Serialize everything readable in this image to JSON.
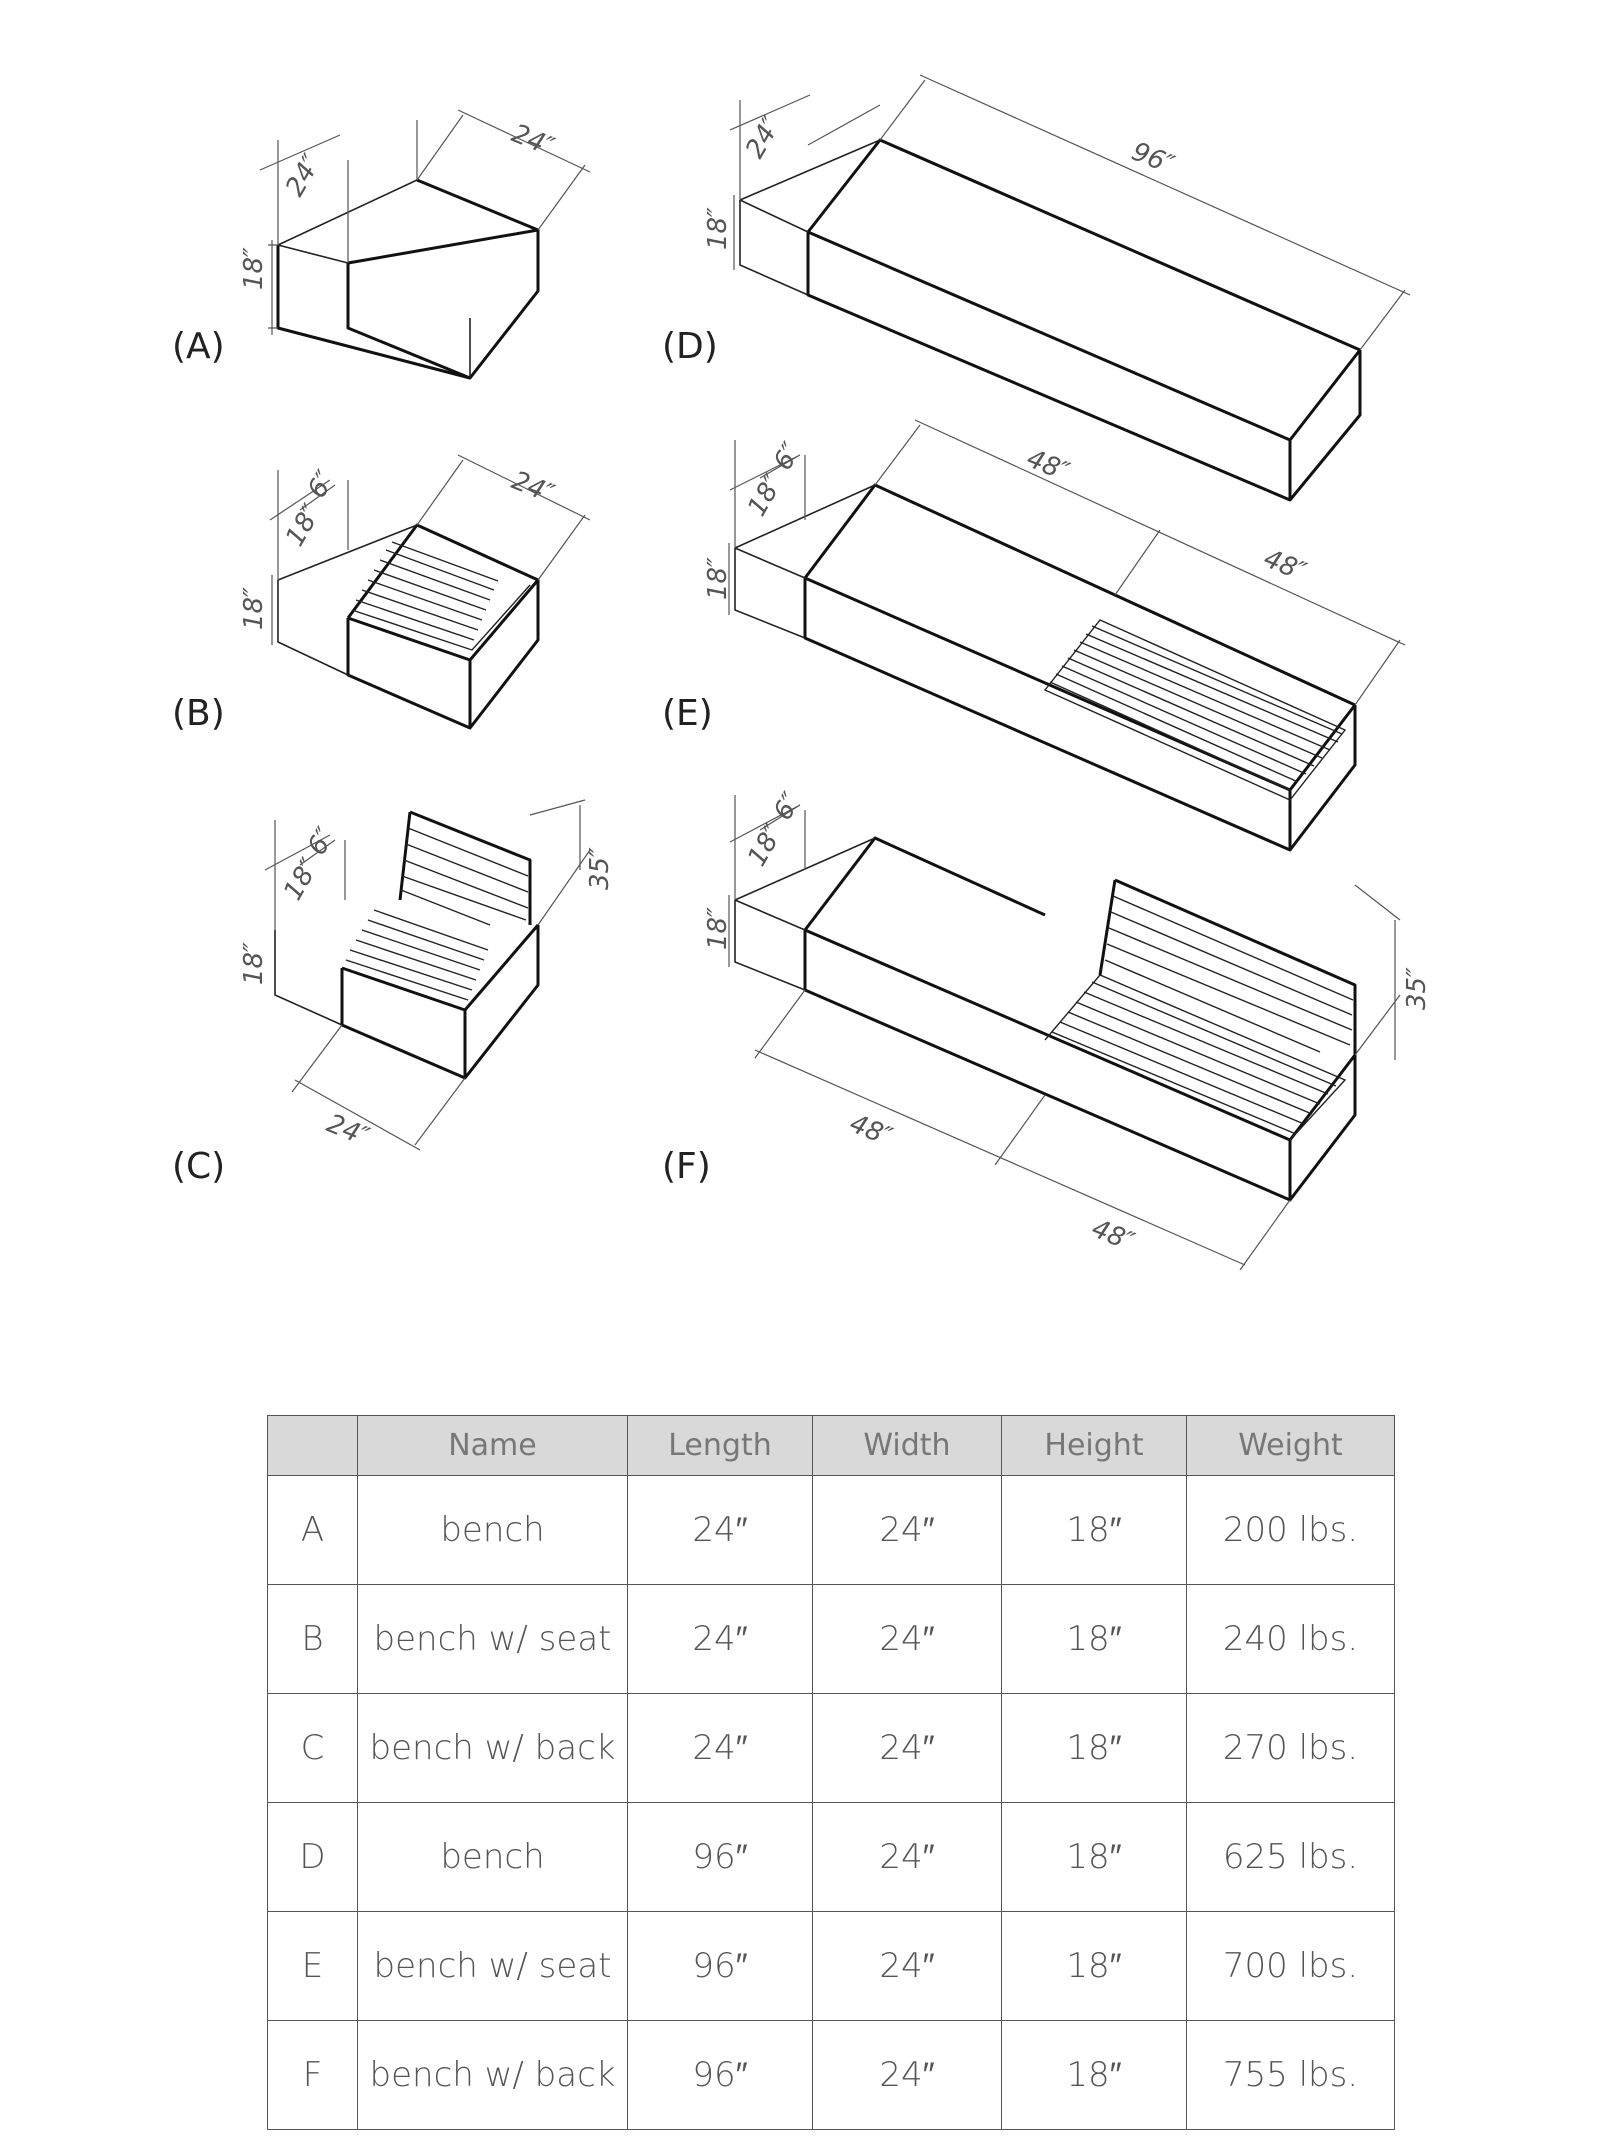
{
  "figures": [
    {
      "id": "A",
      "label": "(A)",
      "dims": [
        "24″",
        "24″",
        "18″"
      ]
    },
    {
      "id": "B",
      "label": "(B)",
      "dims": [
        "6″",
        "18″",
        "18″",
        "24″"
      ]
    },
    {
      "id": "C",
      "label": "(C)",
      "dims": [
        "6″",
        "18″",
        "18″",
        "24″",
        "35″"
      ]
    },
    {
      "id": "D",
      "label": "(D)",
      "dims": [
        "24″",
        "18″",
        "96″"
      ]
    },
    {
      "id": "E",
      "label": "(E)",
      "dims": [
        "6″",
        "18″",
        "18″",
        "48″",
        "48″"
      ]
    },
    {
      "id": "F",
      "label": "(F)",
      "dims": [
        "6″",
        "18″",
        "18″",
        "48″",
        "48″",
        "35″"
      ]
    }
  ],
  "table": {
    "headers": [
      "",
      "Name",
      "Length",
      "Width",
      "Height",
      "Weight"
    ],
    "rows": [
      [
        "A",
        "bench",
        "24″",
        "24″",
        "18″",
        "200 lbs."
      ],
      [
        "B",
        "bench w/ seat",
        "24″",
        "24″",
        "18″",
        "240 lbs."
      ],
      [
        "C",
        "bench w/ back",
        "24″",
        "24″",
        "18″",
        "270 lbs."
      ],
      [
        "D",
        "bench",
        "96″",
        "24″",
        "18″",
        "625 lbs."
      ],
      [
        "E",
        "bench w/ seat",
        "96″",
        "24″",
        "18″",
        "700 lbs."
      ],
      [
        "F",
        "bench w/ back",
        "96″",
        "24″",
        "18″",
        "755 lbs."
      ]
    ]
  }
}
